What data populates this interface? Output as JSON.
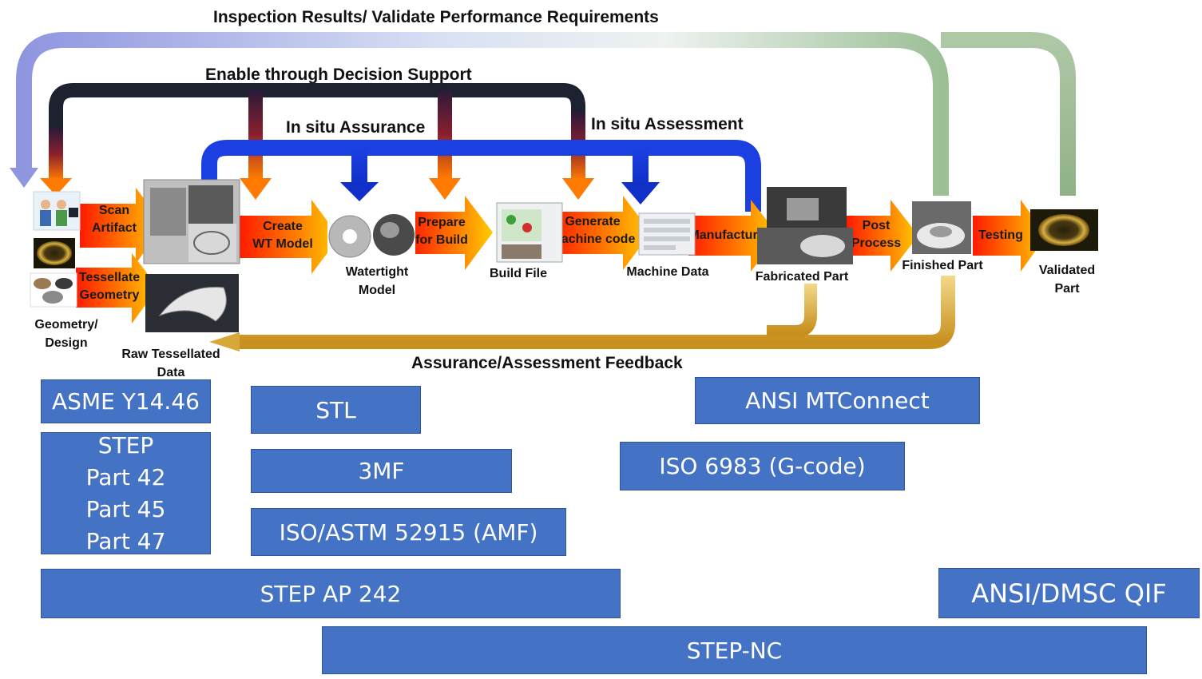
{
  "headers": {
    "inspection": "Inspection Results/ Validate Performance Requirements",
    "decision": "Enable through Decision Support",
    "assurance": "In situ Assurance",
    "assessment": "In situ Assessment",
    "feedback": "Assurance/Assessment Feedback"
  },
  "steps": {
    "scan": [
      "Scan",
      "Artifact"
    ],
    "tessellate": [
      "Tessellate",
      "Geometry"
    ],
    "create": [
      "Create",
      "WT Model"
    ],
    "prepare": [
      "Prepare",
      "for Build"
    ],
    "generate": [
      "Generate",
      "machine code"
    ],
    "manufacture": "Manufacture",
    "post": [
      "Post",
      "Process"
    ],
    "testing": "Testing"
  },
  "artifacts": {
    "geometry": [
      "Geometry/",
      "Design"
    ],
    "raw": [
      "Raw Tessellated",
      "Data"
    ],
    "watertight": [
      "Watertight",
      "Model"
    ],
    "build": "Build File",
    "machine": "Machine Data",
    "fabricated": "Fabricated Part",
    "finished": "Finished Part",
    "validated": [
      "Validated",
      "Part"
    ]
  },
  "standards": {
    "asme": "ASME Y14.46",
    "step_parts": [
      "STEP",
      "Part 42",
      "Part 45",
      "Part 47"
    ],
    "stl": "STL",
    "threemf": "3MF",
    "amf": "ISO/ASTM 52915 (AMF)",
    "ap242": "STEP AP 242",
    "mtconnect": "ANSI MTConnect",
    "gcode": "ISO 6983 (G-code)",
    "qif": "ANSI/DMSC QIF",
    "stepnc": "STEP-NC"
  },
  "colors": {
    "standard_box": "#4472c4",
    "inspection_loop": "#9aa6e8",
    "decision_bar": "#1d2230",
    "assurance_bar": "#1b3fe0",
    "feedback_loop": "#d6a83a",
    "process_arrow_start": "#ff1a00",
    "process_arrow_end": "#ffcc00"
  },
  "icons": [
    "people-at-computer-icon",
    "ring-part-icon",
    "powder-materials-icon",
    "scanner-icon",
    "tessellated-mesh-icon",
    "watertight-model-icon",
    "build-file-icon",
    "machine-data-icon",
    "am-machine-icon",
    "finished-part-icon",
    "validated-part-icon"
  ]
}
